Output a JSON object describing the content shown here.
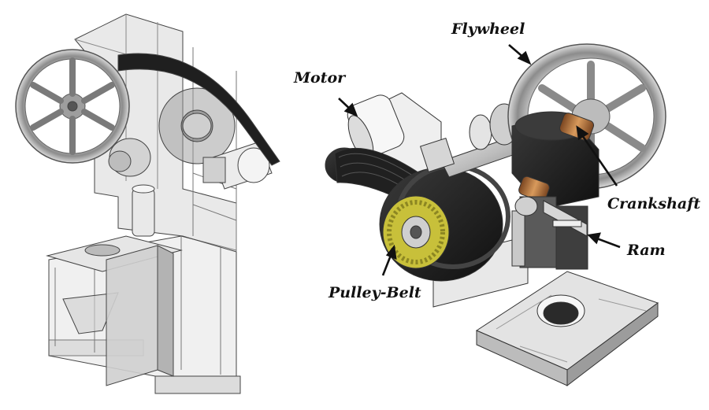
{
  "figure": {
    "callouts": {
      "flywheel": "Flywheel",
      "motor": "Motor",
      "crankshaft": "Crankshaft",
      "ram": "Ram",
      "pulley_belt": "Pulley-Belt"
    }
  },
  "colors": {
    "metal_light": "#d8d8d8",
    "metal_mid": "#a9a9a9",
    "metal_dark": "#5f5f5f",
    "frame_transparent": "#c9c9c9",
    "belt_black": "#1a1a1a",
    "copper": "#b9773f",
    "gear_yellow": "#c9c23a",
    "label_text": "#111111"
  }
}
